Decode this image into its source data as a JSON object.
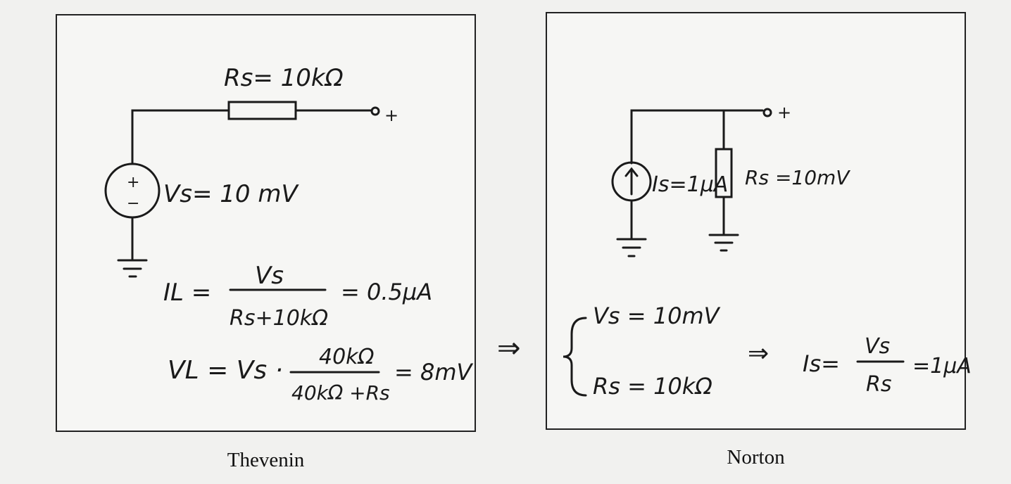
{
  "thevenin": {
    "caption": "Thevenin",
    "resistor_label": "Rs= 10kΩ",
    "terminal_plus": "+",
    "source_plus": "+",
    "source_minus": "−",
    "source_label": "Vs= 10 mV",
    "il_lhs": "IL =",
    "il_numerator": "Vs",
    "il_denominator": "Rs+10kΩ",
    "il_result": "= 0.5μA",
    "vl_lhs": "VL = Vs ·",
    "vl_numerator": "40kΩ",
    "vl_denominator": "40kΩ +Rs",
    "vl_result": "= 8mV"
  },
  "arrow_between": "⇒",
  "norton": {
    "caption": "Norton",
    "terminal_plus": "+",
    "current_source_label": "Is=1μA",
    "resistor_label": "Rs =10mV",
    "vs_eq": "Vs = 10mV",
    "rs_eq": "Rs = 10kΩ",
    "implies": "⇒",
    "is_lhs": "Is=",
    "is_numerator": "Vs",
    "is_denominator": "Rs",
    "is_result": "=1μA"
  }
}
